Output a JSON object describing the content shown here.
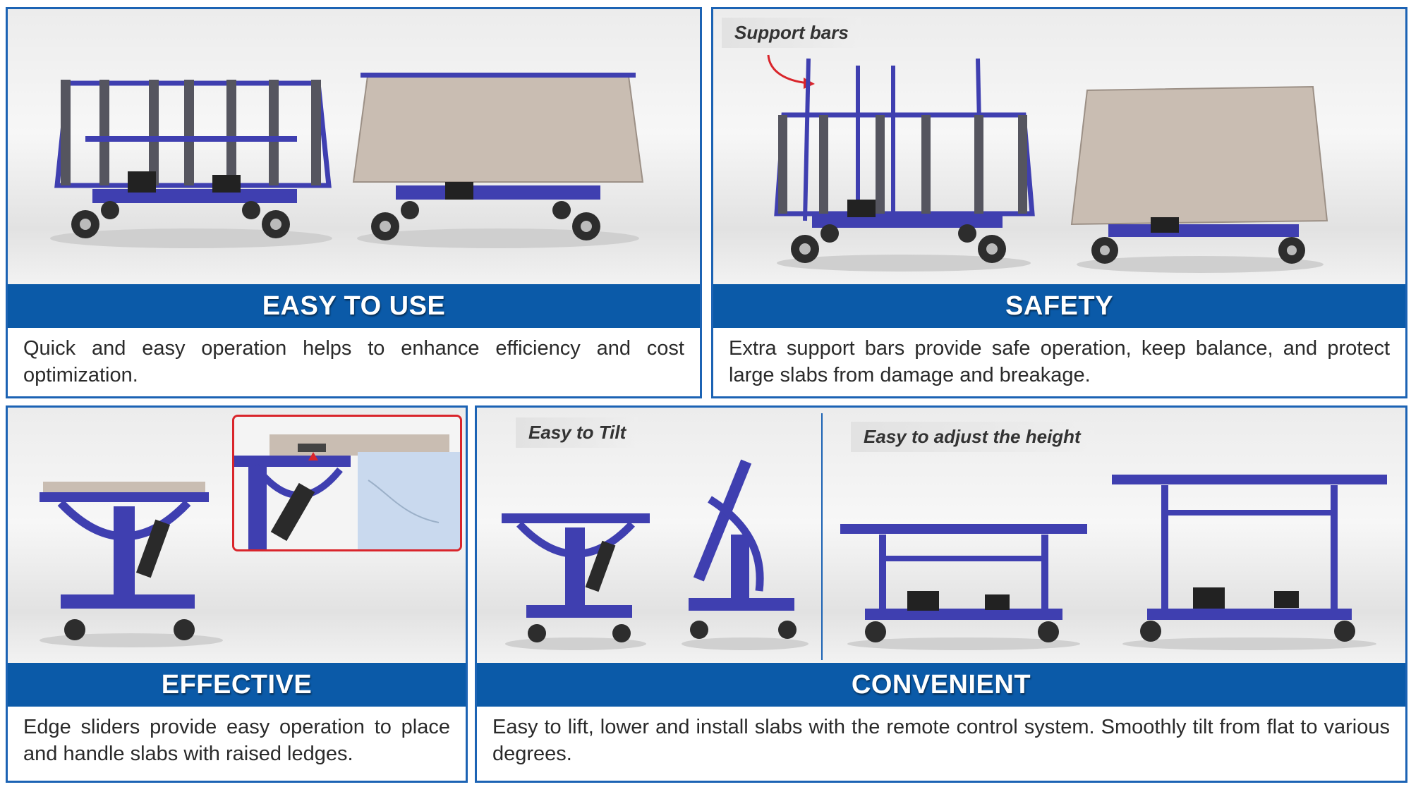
{
  "panels": {
    "easy_to_use": {
      "title": "EASY TO USE",
      "description": "Quick and easy operation helps to enhance efficiency and cost optimization."
    },
    "safety": {
      "title": "SAFETY",
      "callout": "Support bars",
      "description": "Extra support bars provide safe operation, keep balance, and protect large slabs from damage and breakage."
    },
    "effective": {
      "title": "EFFECTIVE",
      "description": "Edge sliders provide easy operation to place and handle slabs with raised ledges."
    },
    "convenient": {
      "title": "CONVENIENT",
      "callout_tilt": "Easy to Tilt",
      "callout_height": "Easy to adjust the height",
      "description": "Easy to lift, lower and install slabs with the remote control system. Smoothly tilt from flat to various degrees."
    }
  },
  "colors": {
    "band_blue": "#0b5aa8",
    "border_blue": "#1c63b4",
    "frame_purple": "#3f3fb0",
    "highlight_red": "#d9252b"
  }
}
